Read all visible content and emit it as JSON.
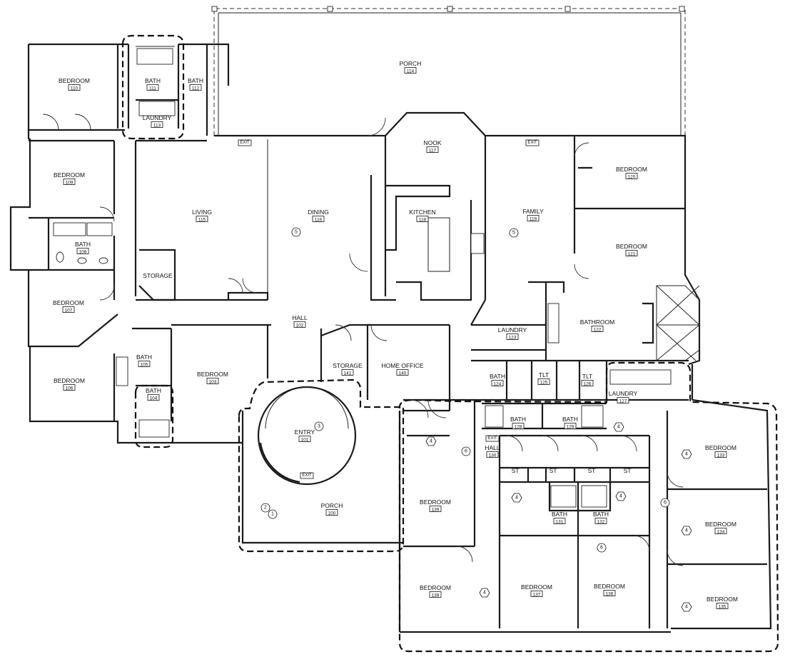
{
  "rooms": [
    {
      "id": "porch-114",
      "name": "PORCH",
      "number": "114"
    },
    {
      "id": "bedroom-110",
      "name": "BEDROOM",
      "number": "110"
    },
    {
      "id": "bath-111",
      "name": "BATH",
      "number": "111"
    },
    {
      "id": "bath-112",
      "name": "BATH",
      "number": "112"
    },
    {
      "id": "laundry-113",
      "name": "LAUNDRY",
      "number": "113"
    },
    {
      "id": "bedroom-109",
      "name": "BEDROOM",
      "number": "109"
    },
    {
      "id": "bath-108",
      "name": "BATH",
      "number": "108"
    },
    {
      "id": "bedroom-107a",
      "name": "BEDROOM",
      "number": "107"
    },
    {
      "id": "bedroom-106",
      "name": "BEDROOM",
      "number": "106"
    },
    {
      "id": "bath-105",
      "name": "BATH",
      "number": "105"
    },
    {
      "id": "bath-104",
      "name": "BATH",
      "number": "104"
    },
    {
      "id": "bedroom-103",
      "name": "BEDROOM",
      "number": "103"
    },
    {
      "id": "living-115",
      "name": "LIVING",
      "number": "115"
    },
    {
      "id": "storage",
      "name": "STORAGE",
      "number": ""
    },
    {
      "id": "dining-116",
      "name": "DINING",
      "number": "116"
    },
    {
      "id": "nook-117",
      "name": "NOOK",
      "number": "117"
    },
    {
      "id": "kitchen-118",
      "name": "KITCHEN",
      "number": "118"
    },
    {
      "id": "family-119",
      "name": "FAMILY",
      "number": "119"
    },
    {
      "id": "bedroom-120",
      "name": "BEDROOM",
      "number": "120"
    },
    {
      "id": "bedroom-121",
      "name": "BEDROOM",
      "number": "121"
    },
    {
      "id": "hall-102",
      "name": "HALL",
      "number": "102"
    },
    {
      "id": "storage-141",
      "name": "STORAGE",
      "number": "141"
    },
    {
      "id": "home-office-140",
      "name": "HOME OFFICE",
      "number": "140"
    },
    {
      "id": "laundry-123",
      "name": "LAUNDRY",
      "number": "123"
    },
    {
      "id": "bathroom-122",
      "name": "BATHROOM",
      "number": "122"
    },
    {
      "id": "bath-124",
      "name": "BATH",
      "number": "124"
    },
    {
      "id": "tlt-125",
      "name": "TLT",
      "number": "125"
    },
    {
      "id": "tlt-126",
      "name": "TLT",
      "number": "126"
    },
    {
      "id": "laundry-127",
      "name": "LAUNDRY",
      "number": "127"
    },
    {
      "id": "entry-101",
      "name": "ENTRY",
      "number": "101"
    },
    {
      "id": "porch-100",
      "name": "PORCH",
      "number": "100"
    },
    {
      "id": "bath-128",
      "name": "BATH",
      "number": "128"
    },
    {
      "id": "bath-129",
      "name": "BATH",
      "number": "129"
    },
    {
      "id": "hall-130",
      "name": "HALL",
      "number": "130"
    },
    {
      "id": "bedroom-133",
      "name": "BEDROOM",
      "number": "133"
    },
    {
      "id": "bedroom-134",
      "name": "BEDROOM",
      "number": "134"
    },
    {
      "id": "bedroom-135",
      "name": "BEDROOM",
      "number": "135"
    },
    {
      "id": "bedroom-139",
      "name": "BEDROOM",
      "number": "139"
    },
    {
      "id": "bedroom-138",
      "name": "BEDROOM",
      "number": "138"
    },
    {
      "id": "bedroom-137",
      "name": "BEDROOM",
      "number": "137"
    },
    {
      "id": "bedroom-136",
      "name": "BEDROOM",
      "number": "136"
    },
    {
      "id": "bath-131",
      "name": "BATH",
      "number": "131"
    },
    {
      "id": "bath-132",
      "name": "BATH",
      "number": "132"
    },
    {
      "id": "st-1",
      "name": "ST",
      "number": ""
    },
    {
      "id": "st-2",
      "name": "ST",
      "number": ""
    },
    {
      "id": "st-3",
      "name": "ST",
      "number": ""
    },
    {
      "id": "st-4",
      "name": "ST",
      "number": ""
    }
  ],
  "exit_label": "EXIT",
  "tags": [
    {
      "id": "tag-5-living",
      "value": "5"
    },
    {
      "id": "tag-5-family",
      "value": "5"
    },
    {
      "id": "tag-3-entry",
      "value": "3"
    },
    {
      "id": "tag-2-porch",
      "value": "2"
    },
    {
      "id": "tag-1-porch",
      "value": "1"
    },
    {
      "id": "tag-4-hall-a",
      "value": "4"
    },
    {
      "id": "tag-6-hall",
      "value": "6"
    },
    {
      "id": "tag-4-laundry",
      "value": "4"
    },
    {
      "id": "tag-4-bed133",
      "value": "4"
    },
    {
      "id": "tag-4-st-left",
      "value": "4"
    },
    {
      "id": "tag-4-st-right",
      "value": "4"
    },
    {
      "id": "tag-6-right",
      "value": "6"
    },
    {
      "id": "tag-4-bed134",
      "value": "4"
    },
    {
      "id": "tag-6-bed136",
      "value": "6"
    },
    {
      "id": "tag-4-bed138",
      "value": "4"
    },
    {
      "id": "tag-4-bed135",
      "value": "4"
    }
  ]
}
